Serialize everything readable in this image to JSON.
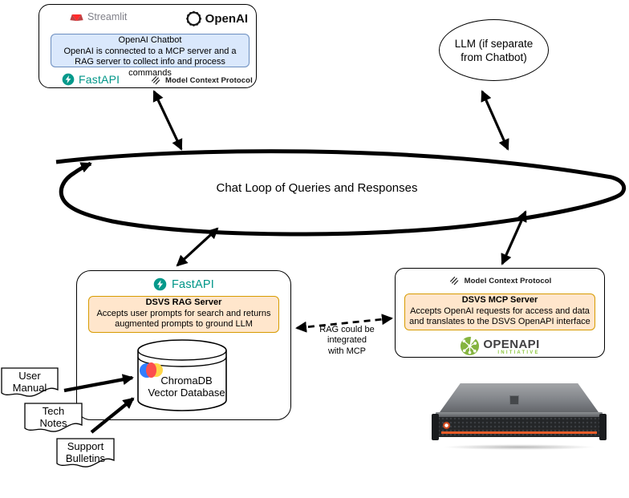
{
  "chatbot": {
    "streamlit": "Streamlit",
    "openai": "OpenAI",
    "title": "OpenAI Chatbot",
    "description": "OpenAI is connected to a MCP server and a RAG server to collect info and process commands",
    "fastapi": "FastAPI",
    "mcp": "Model Context Protocol"
  },
  "llm": {
    "label": "LLM (if separate\nfrom Chatbot)"
  },
  "chat_loop": {
    "label": "Chat Loop of Queries and Responses"
  },
  "rag_server": {
    "fastapi": "FastAPI",
    "title": "DSVS RAG Server",
    "description": "Accepts user prompts for search and returns augmented prompts to ground LLM",
    "database_label": "ChromaDB\nVector Database"
  },
  "mcp_server": {
    "mcp": "Model Context Protocol",
    "title": "DSVS MCP Server",
    "description": "Accepts OpenAI requests for access and data and translates to the DSVS OpenAPI interface",
    "openapi": "OPENAPI",
    "openapi_sub": "INITIATIVE"
  },
  "documents": [
    {
      "label": "User\nManual"
    },
    {
      "label": "Tech\nNotes"
    },
    {
      "label": "Support\nBulletins"
    }
  ],
  "annotations": {
    "rag_mcp_note": "RAG could be\nintegrated\nwith MCP"
  },
  "icons": {
    "streamlit": "streamlit-flame-icon",
    "openai": "openai-knot-icon",
    "fastapi": "fastapi-bolt-icon",
    "mcp": "mcp-weave-icon",
    "openapi": "openapi-node-graph-icon",
    "chromadb": "chromadb-circles-icon"
  },
  "colors": {
    "blue_fill": "#dae8fc",
    "blue_border": "#6c8ebf",
    "orange_fill": "#ffe6cc",
    "orange_border": "#d79b00",
    "fastapi_teal": "#009688",
    "streamlit_red": "#ff2b2b",
    "openapi_green": "#85b440",
    "server_accent": "#e85c28"
  }
}
